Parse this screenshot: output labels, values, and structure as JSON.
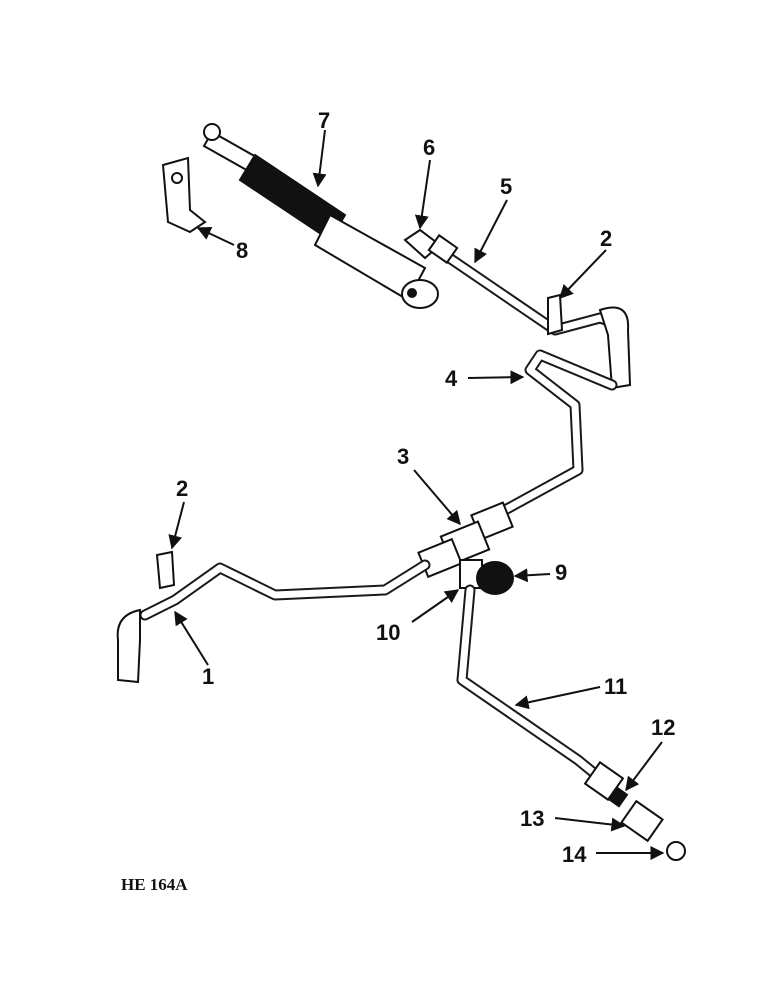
{
  "figure": {
    "reference": "HE 164A"
  },
  "callouts": [
    {
      "id": "c1",
      "label": "1"
    },
    {
      "id": "c2a",
      "label": "2"
    },
    {
      "id": "c2b",
      "label": "2"
    },
    {
      "id": "c3",
      "label": "3"
    },
    {
      "id": "c4",
      "label": "4"
    },
    {
      "id": "c5",
      "label": "5"
    },
    {
      "id": "c6",
      "label": "6"
    },
    {
      "id": "c7",
      "label": "7"
    },
    {
      "id": "c8",
      "label": "8"
    },
    {
      "id": "c9",
      "label": "9"
    },
    {
      "id": "c10",
      "label": "10"
    },
    {
      "id": "c11",
      "label": "11"
    },
    {
      "id": "c12",
      "label": "12"
    },
    {
      "id": "c13",
      "label": "13"
    },
    {
      "id": "c14",
      "label": "14"
    }
  ]
}
